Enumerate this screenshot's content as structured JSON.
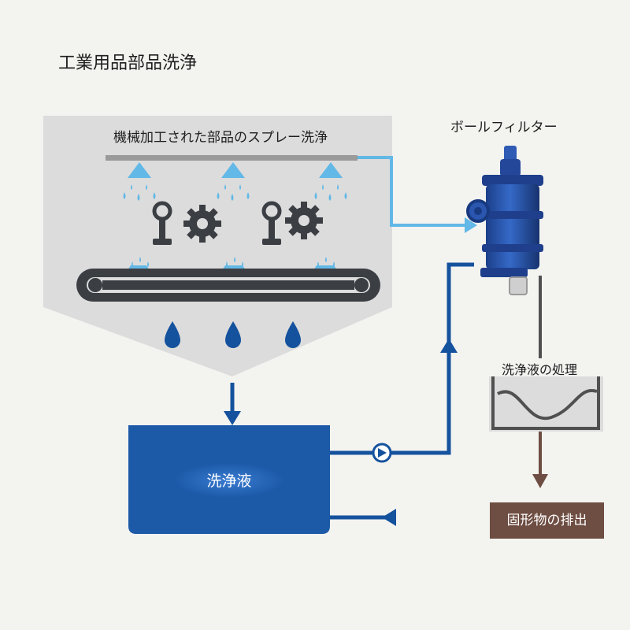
{
  "title": "工業用品部品洗浄",
  "booth": {
    "label": "機械加工された部品のスプレー洗浄"
  },
  "filter": {
    "label": "ボールフィルター"
  },
  "tank": {
    "label": "洗浄液"
  },
  "treatment": {
    "label": "洗浄液の処理"
  },
  "solids": {
    "label": "固形物の排出"
  },
  "colors": {
    "booth_fill": "#dcdcdc",
    "flow_dark": "#15529e",
    "flow_light": "#62b8e6",
    "tank_fill": "#1c5aa8",
    "treatment_line": "#505050",
    "discharge": "#6e4d42",
    "machinery": "#3b3f44"
  }
}
